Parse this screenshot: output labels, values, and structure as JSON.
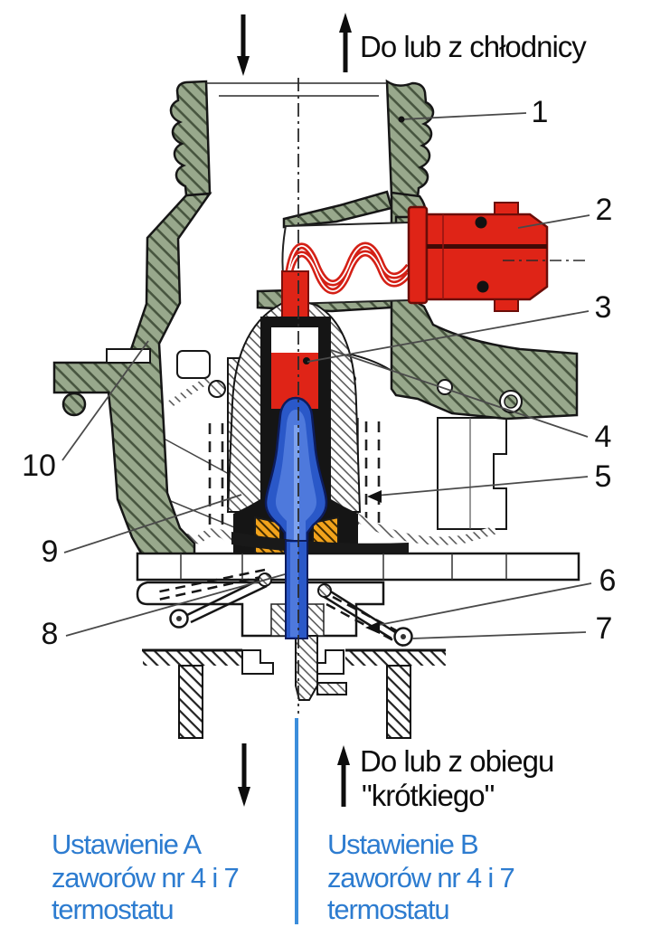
{
  "figure": {
    "description_name": "thermostat-cross-section-diagram",
    "flow_top": {
      "label": "Do lub z chłodnicy"
    },
    "flow_bottom": {
      "line1": "Do lub z obiegu",
      "line2": "\"krótkiego\""
    },
    "settings_left": {
      "line1": "Ustawienie A",
      "line2": "zaworów nr 4 i 7",
      "line3": "termostatu"
    },
    "settings_right": {
      "line1": "Ustawienie B",
      "line2": "zaworów nr 4 i 7",
      "line3": "termostatu"
    },
    "callouts": [
      "1",
      "2",
      "3",
      "4",
      "5",
      "6",
      "7",
      "8",
      "9",
      "10"
    ],
    "colors": {
      "housing_green": "#98a88c",
      "hatch_dark_green": "#47553f",
      "red": "#df2417",
      "dark_red": "#7a0f0a",
      "blue_pin": "#2a58c8",
      "blue_pin_light": "#4e79dc",
      "orange_seal": "#f2a31c",
      "label_blue": "#2d7cd0",
      "divider_blue": "#3b8ddb",
      "outline": "#161616"
    }
  }
}
